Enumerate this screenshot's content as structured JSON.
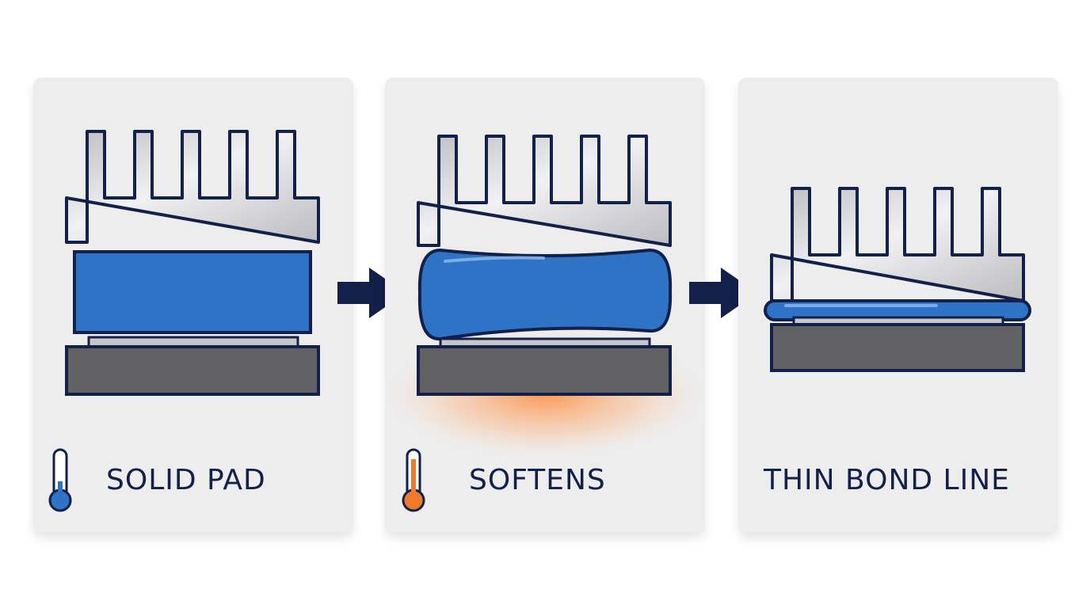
{
  "panels": [
    {
      "label": "SOLID PAD",
      "state": "solid",
      "thermometer_color": "#2f73c6"
    },
    {
      "label": "SOFTENS",
      "state": "softened",
      "thermometer_color": "#f07a2c"
    },
    {
      "label": "THIN BOND LINE",
      "state": "thin"
    }
  ],
  "colors": {
    "heatsink": "#d3d3d7",
    "pad": "#2f73c6",
    "base": "#626264",
    "outline": "#13204a",
    "heat_glow": "#ff8a3c",
    "arrow": "#13204a"
  },
  "icons": [
    "thermometer-icon",
    "arrow-right-icon"
  ]
}
